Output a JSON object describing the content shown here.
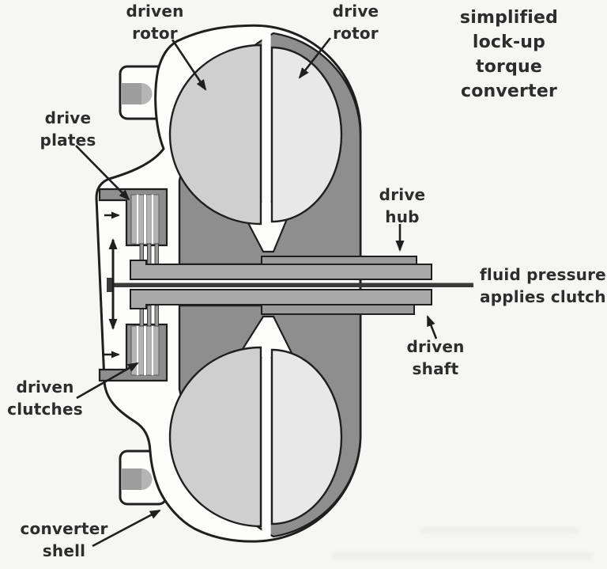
{
  "title": {
    "text": "simplified\nlock-up\ntorque converter"
  },
  "labels": {
    "driven_rotor": "driven\nrotor",
    "drive_rotor": "drive\nrotor",
    "drive_plates": "drive\nplates",
    "drive_hub": "drive\nhub",
    "fluid_pressure": "fluid pressure\napplies clutch",
    "driven_shaft": "driven\nshaft",
    "driven_clutches": "driven\nclutches",
    "converter_shell": "converter\nshell"
  },
  "colors": {
    "background": "#f6f6f4",
    "shell_fill": "#fdfdfc",
    "outline": "#1f1f1f",
    "housing": "#8e8e8e",
    "disc_left": "#cfcfcf",
    "disc_right": "#e8e8e8",
    "hub_plate": "#9b9b9b",
    "shaft_bar": "#a9a9a9",
    "pressure_line": "#3a3a3a",
    "bolt": "#9e9e9e",
    "bolt_cap": "#b5b5b5",
    "clutch_plate": "#b4b4b4",
    "clutch_finger": "#9a9a9a",
    "drum": "#8e8e8e",
    "label_text": "#2d2d2d"
  }
}
